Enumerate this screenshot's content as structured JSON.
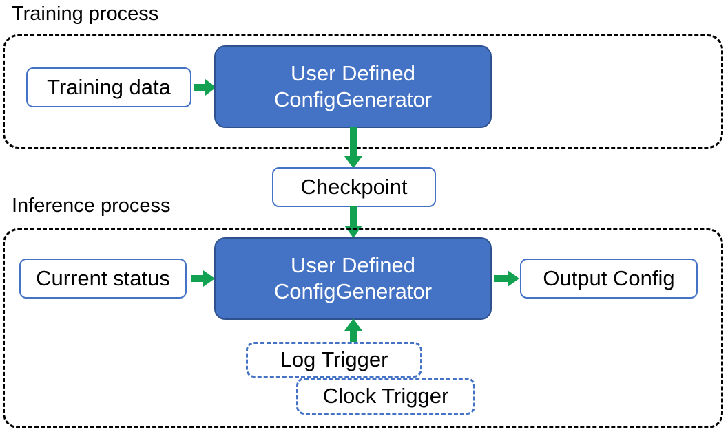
{
  "diagram": {
    "title_training": "Training process",
    "title_inference": "Inference process",
    "colors": {
      "primary_box_fill": "#4472C4",
      "primary_box_stroke": "#2F528F",
      "plain_box_stroke": "#4472C4",
      "trigger_box_stroke": "#4472C4",
      "arrow": "#12A150",
      "region_stroke": "#000000",
      "background": "#FFFFFF"
    },
    "training": {
      "region_label": "Training process",
      "input_node": "Training data",
      "primary_node_line1": "User Defined",
      "primary_node_line2": "ConfigGenerator"
    },
    "bridge": {
      "checkpoint_node": "Checkpoint"
    },
    "inference": {
      "region_label": "Inference process",
      "input_node": "Current status",
      "primary_node_line1": "User Defined",
      "primary_node_line2": "ConfigGenerator",
      "output_node": "Output Config",
      "trigger_nodes": [
        "Log Trigger",
        "Clock Trigger"
      ]
    },
    "edges": [
      {
        "from": "Training data",
        "to": "User Defined ConfigGenerator",
        "direction": "right"
      },
      {
        "from": "User Defined ConfigGenerator",
        "to": "Checkpoint",
        "direction": "down"
      },
      {
        "from": "Checkpoint",
        "to": "User Defined ConfigGenerator",
        "direction": "down"
      },
      {
        "from": "Current status",
        "to": "User Defined ConfigGenerator",
        "direction": "right"
      },
      {
        "from": "User Defined ConfigGenerator",
        "to": "Output Config",
        "direction": "right"
      },
      {
        "from": "Log Trigger",
        "to": "User Defined ConfigGenerator",
        "direction": "up"
      }
    ]
  }
}
